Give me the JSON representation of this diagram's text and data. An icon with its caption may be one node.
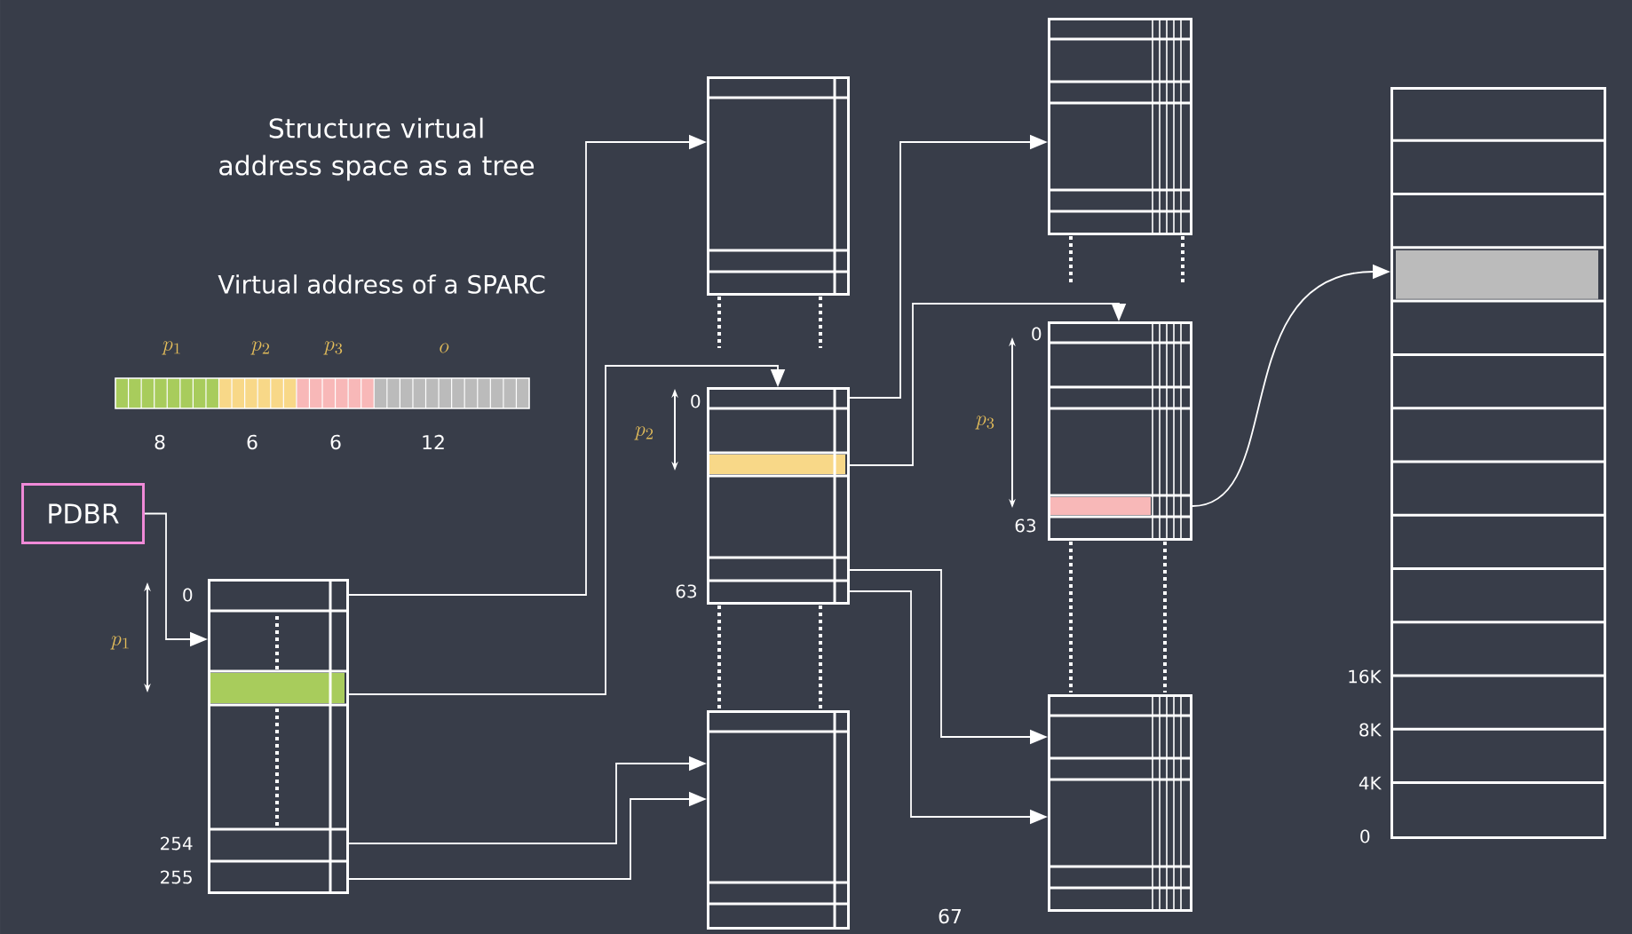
{
  "diagram": {
    "title": "Structure virtual address space as a tree",
    "nodes": [
      {
        "text": [
          "PDBR"
        ]
      },
      {
        "text": [],
        "shape": "box",
        "beside": [
          "0",
          "254",
          "255"
        ]
      },
      {
        "text": [],
        "shape": "box"
      },
      {
        "text": [],
        "shape": "box",
        "beside": [
          "0",
          "63"
        ]
      },
      {
        "text": [],
        "shape": "box"
      },
      {
        "text": [],
        "shape": "box"
      },
      {
        "text": [],
        "shape": "box",
        "beside": [
          "0",
          "63"
        ]
      },
      {
        "text": [],
        "shape": "box"
      },
      {
        "text": [],
        "shape": "box",
        "beside": [
          "16K",
          "8K",
          "4K",
          "0"
        ]
      }
    ],
    "edges": [
      {
        "from": 0,
        "to": 1,
        "arrow": "to"
      },
      {
        "from": 1,
        "to": 2,
        "arrow": "to"
      },
      {
        "from": 1,
        "to": 3,
        "arrow": "to"
      },
      {
        "from": 1,
        "to": 4,
        "arrow": "to"
      },
      {
        "from": 1,
        "to": 4,
        "arrow": "to"
      },
      {
        "from": 3,
        "to": 5,
        "arrow": "to"
      },
      {
        "from": 3,
        "to": 6,
        "arrow": "to"
      },
      {
        "from": 3,
        "to": 7,
        "arrow": "to"
      },
      {
        "from": 3,
        "to": 7,
        "arrow": "to"
      },
      {
        "from": 6,
        "to": 8,
        "arrow": "to"
      }
    ],
    "labels": [
      "Virtual address of a SPARC",
      "p_1",
      "p_2",
      "p_3",
      "o",
      "8",
      "6",
      "6",
      "12",
      "p_1",
      "p_2",
      "p_3",
      "67"
    ]
  }
}
